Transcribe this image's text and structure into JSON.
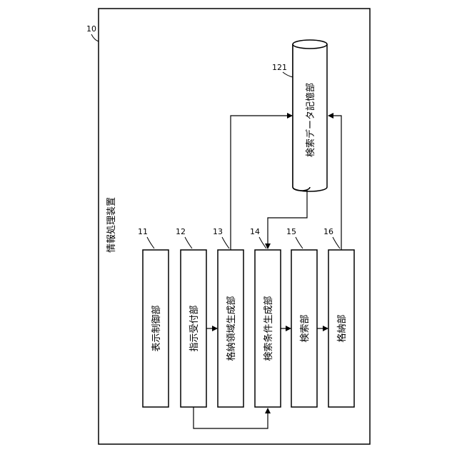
{
  "device": {
    "ref": "10",
    "title": "情報処理装置"
  },
  "storage": {
    "ref": "121",
    "label": "検索データ記憶部"
  },
  "units": [
    {
      "ref": "11",
      "label": "表示制御部"
    },
    {
      "ref": "12",
      "label": "指示受付部"
    },
    {
      "ref": "13",
      "label": "格納領域生成部"
    },
    {
      "ref": "14",
      "label": "検索条件生成部"
    },
    {
      "ref": "15",
      "label": "検索部"
    },
    {
      "ref": "16",
      "label": "格納部"
    }
  ],
  "colors": {
    "line": "#000000",
    "background": "#ffffff"
  }
}
